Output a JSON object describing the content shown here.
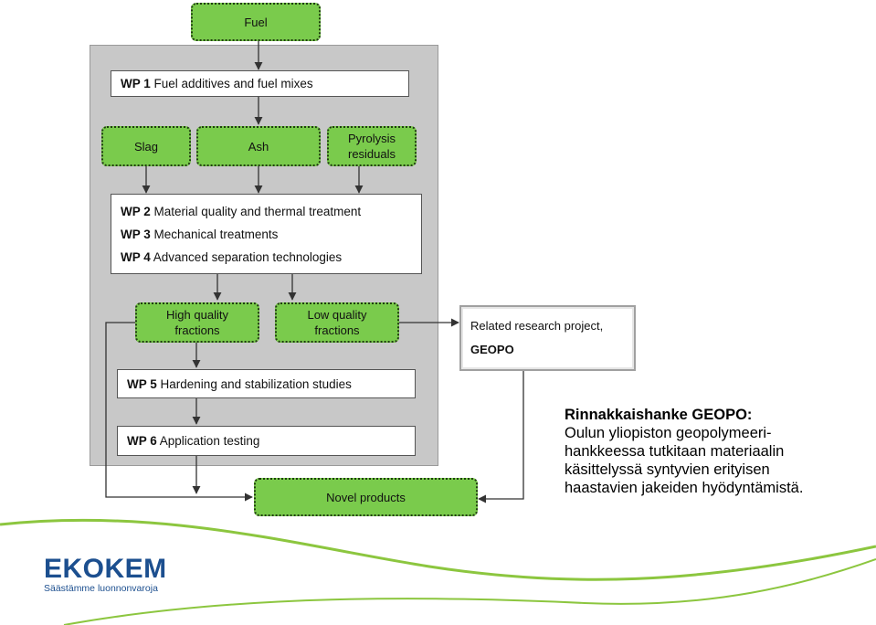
{
  "diagram": {
    "fuel": "Fuel",
    "wp1": {
      "num": "WP 1",
      "text": "Fuel additives and fuel mixes"
    },
    "slag": "Slag",
    "ash": "Ash",
    "pyrolysis_line1": "Pyrolysis",
    "pyrolysis_line2": "residuals",
    "wp2": {
      "num": "WP 2",
      "text": "Material quality and thermal treatment"
    },
    "wp3": {
      "num": "WP 3",
      "text": "Mechanical treatments"
    },
    "wp4": {
      "num": "WP 4",
      "text": "Advanced separation technologies"
    },
    "high_line1": "High quality",
    "high_line2": "fractions",
    "low_line1": "Low quality",
    "low_line2": "fractions",
    "related_line1": "Related research project,",
    "related_line2": "GEOPO",
    "wp5": {
      "num": "WP 5",
      "text": "Hardening and stabilization studies"
    },
    "wp6": {
      "num": "WP 6",
      "text": "Application testing"
    },
    "novel": "Novel products",
    "colors": {
      "green": "#7acb4c",
      "panel": "#c8c8c8",
      "logo_blue": "#1c4f8f",
      "swoosh_green": "#8cc63f"
    }
  },
  "side_text": {
    "title": "Rinnakkaishanke GEOPO:",
    "lines": [
      "Oulun yliopiston geopolymeeri-",
      "hankkeessa tutkitaan materiaalin",
      "käsittelyssä syntyvien erityisen",
      "haastavien jakeiden hyödyntämistä."
    ]
  },
  "logo": {
    "name": "EKOKEM",
    "tagline": "Säästämme luonnonvaroja"
  }
}
